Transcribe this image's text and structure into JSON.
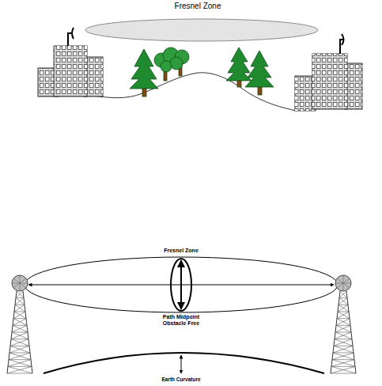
{
  "diagram": {
    "labels": [
      "Fresnel Zone",
      "Fresnel Zone",
      "Path Midpoint Obstacle Free",
      "Earth Curvature"
    ]
  }
}
